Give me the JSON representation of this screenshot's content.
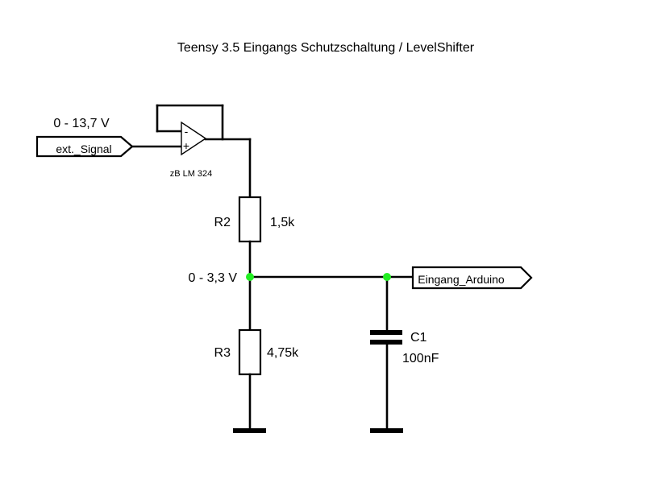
{
  "title": "Teensy 3.5 Eingangs Schutzschaltung / LevelShifter",
  "colors": {
    "wire": "#000000",
    "junction": "#22ee22",
    "background": "#ffffff"
  },
  "input": {
    "voltage": "0 - 13,7 V",
    "port_label": "ext._Signal"
  },
  "opamp": {
    "minus": "-",
    "plus": "+",
    "part": "zB LM 324"
  },
  "r2": {
    "ref": "R2",
    "value": "1,5k"
  },
  "r3": {
    "ref": "R3",
    "value": "4,75k"
  },
  "node": {
    "voltage": "0 - 3,3 V"
  },
  "c1": {
    "ref": "C1",
    "value": "100nF"
  },
  "output": {
    "port_label": "Eingang_Arduino"
  }
}
